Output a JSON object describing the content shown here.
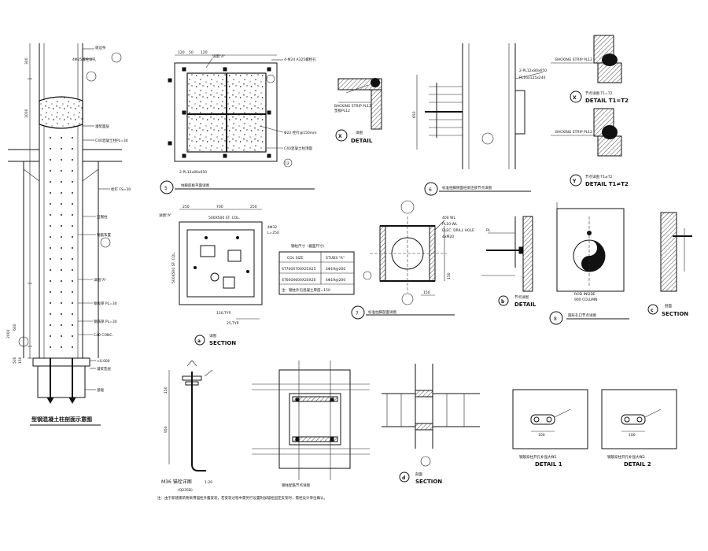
{
  "column_elevation": {
    "title": "型钢混凝土柱剖面示意图",
    "labels": [
      "收边条",
      "4Φ25螺栓穿孔",
      "灌浆面层",
      "C40混凝土柱PL=30",
      "栓钉 FS=30",
      "型钢柱",
      "钢筋布置",
      "详图\"A\"",
      "钢板厚 PL=30",
      "钢筋厚 PL=30",
      "C40 CONC.",
      "±0.000",
      "灌浆垫层",
      "基础"
    ],
    "dims": [
      "300",
      "1000",
      "600",
      "2000",
      "500",
      "150"
    ]
  },
  "view5": {
    "number": "5",
    "title": "柱脚底板平面详图",
    "labels": [
      "详图\"A\"",
      "4-M24 A325螺栓孔",
      "Φ22 栓钉@150mm",
      "C40混凝土柱顶面",
      "2-PL12x80x650"
    ],
    "dims": [
      "120",
      "50",
      "120"
    ],
    "mark": "12"
  },
  "detail_x": {
    "letter": "X",
    "caption": "详图",
    "label": "DETAIL",
    "notes": [
      "BACKING STRIP PL12",
      "垫板PL12"
    ]
  },
  "view6": {
    "number": "6",
    "title": "标准柱脚侧面柱梁连接节点详图",
    "labels": [
      "2-PL12x80x650",
      "PL16x125x240"
    ],
    "dims": [
      "650",
      "2"
    ]
  },
  "detail_t1t2": {
    "letter": "X",
    "caption": "节点详图 T1=T2",
    "label": "DETAIL T1=T2",
    "note": "BACKING STRIP PL12"
  },
  "detail_t1ne": {
    "letter": "Y",
    "caption": "节点详图 T1≠T2",
    "label": "DETAIL T1≠T2",
    "note": "BACKING STRIP PL12"
  },
  "section_a": {
    "letter": "a",
    "caption": "详图",
    "label": "SECTION",
    "dims": [
      "250",
      "700",
      "250"
    ],
    "labels": [
      "详图\"A\"",
      "500X500 ST. COL.",
      "500X500 ST. COL.",
      "150,TYP.",
      "25,TYP.",
      "4Φ32",
      "L=250"
    ]
  },
  "steel_table": {
    "title": "钢柱尺寸（截面尺寸）",
    "headers": [
      "COL SIZE",
      "STUDS \"A\""
    ],
    "rows": [
      [
        "ST700X700X25X25",
        "4Φ19@200"
      ],
      [
        "ST600X600X20X20",
        "4Φ19@200"
      ]
    ],
    "note": "注：钢柱外包混凝土厚度=150"
  },
  "view7": {
    "number": "7",
    "title": "标准柱脚剖面详图",
    "labels": [
      "400 WL",
      "PL10 WL",
      "ELEC. DRILL HOLE",
      "4xM20"
    ],
    "dims": [
      "150",
      "150"
    ]
  },
  "detail_b": {
    "letter": "b",
    "caption": "节点详图",
    "label": "DETAIL"
  },
  "view8": {
    "number": "8",
    "title": "圆形孔口节点详图",
    "labels": [
      "ROD INSIDE",
      "900 COLUMN"
    ]
  },
  "section_c": {
    "letter": "c",
    "caption": "剖面",
    "label": "SECTION"
  },
  "anchor_bolt": {
    "title": "M36 锚栓详图",
    "scale": "1:20",
    "grade": "(Q235B)",
    "dims": [
      "150",
      "950"
    ],
    "note": "注：由于新建建筑物采用锚栓外露安装，若安装过程中需另行设置附加锚栓固定支架时，需经设计单位确认。"
  },
  "column_joint": {
    "title": "钢柱配筋节点详图"
  },
  "section_d": {
    "letter": "d",
    "caption": "剖面",
    "label": "SECTION"
  },
  "detail_1": {
    "caption": "钢筋穿柱开孔补强大样1",
    "label": "DETAIL 1",
    "dims": [
      "100"
    ]
  },
  "detail_2": {
    "caption": "钢筋穿柱开孔补强大样2",
    "label": "DETAIL 2",
    "dims": [
      "100"
    ]
  }
}
